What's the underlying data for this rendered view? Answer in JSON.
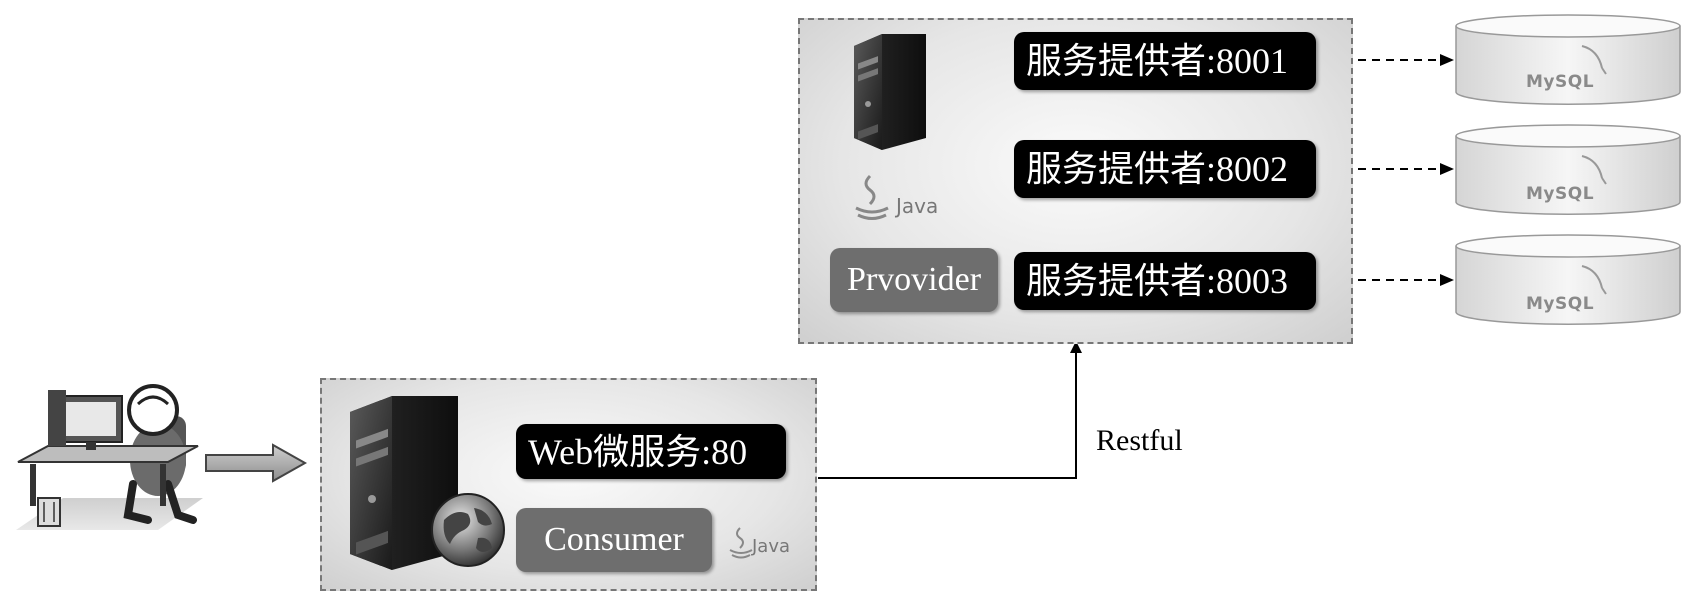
{
  "consumer": {
    "service_label": "Web微服务:80",
    "role_label": "Consumer",
    "java_label": "Java"
  },
  "provider": {
    "role_label": "Prvovider",
    "java_label": "Java",
    "instances": [
      {
        "label": "服务提供者:8001"
      },
      {
        "label": "服务提供者:8002"
      },
      {
        "label": "服务提供者:8003"
      }
    ]
  },
  "databases": [
    {
      "label": "MySQL"
    },
    {
      "label": "MySQL"
    },
    {
      "label": "MySQL"
    }
  ],
  "connection_label": "Restful"
}
